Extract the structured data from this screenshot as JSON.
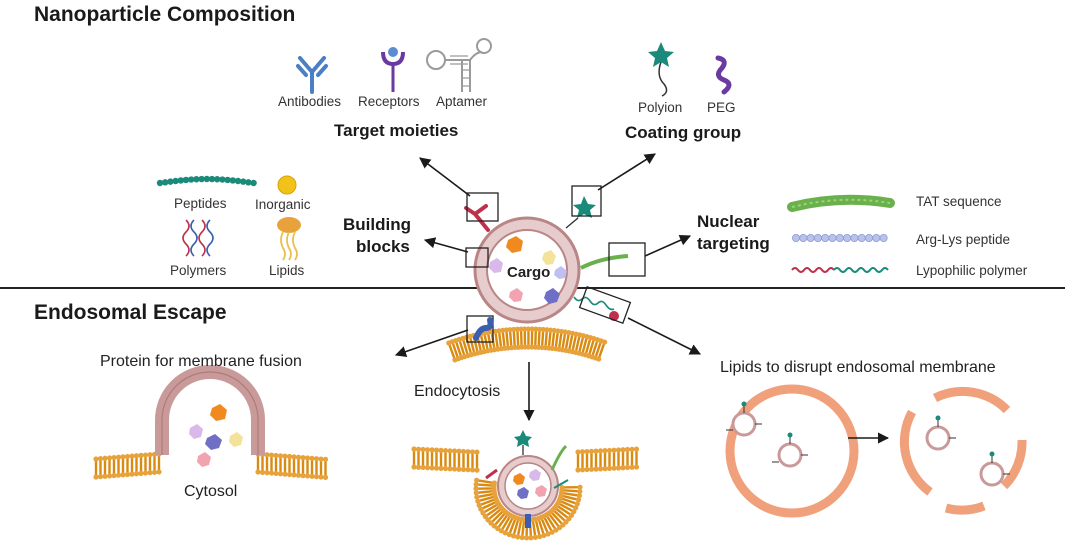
{
  "sections": {
    "composition_title": "Nanoparticle Composition",
    "escape_title": "Endosomal Escape"
  },
  "target_moieties": {
    "heading": "Target moieties",
    "items": [
      "Antibodies",
      "Receptors",
      "Aptamer"
    ]
  },
  "coating_group": {
    "heading": "Coating group",
    "items": [
      "Polyion",
      "PEG"
    ]
  },
  "building_blocks": {
    "heading_line1": "Building",
    "heading_line2": "blocks",
    "items": [
      "Peptides",
      "Inorganic",
      "Polymers",
      "Lipids"
    ]
  },
  "nuclear_targeting": {
    "heading_line1": "Nuclear",
    "heading_line2": "targeting",
    "items": [
      "TAT sequence",
      "Arg-Lys peptide",
      "Lypophilic polymer"
    ]
  },
  "center": {
    "cargo_label": "Cargo"
  },
  "escape": {
    "fusion_label": "Protein for membrane fusion",
    "cytosol_label": "Cytosol",
    "endocytosis_label": "Endocytosis",
    "lipids_label": "Lipids to disrupt endosomal membrane"
  },
  "colors": {
    "vesicle_ring": "#c99a9a",
    "lipid_orange": "#e8a23c",
    "antibody_blue": "#4a7fc4",
    "teal": "#1a8a7a",
    "peg_purple": "#6a3aa0",
    "tat_green": "#6ab04c",
    "peptide_lavender": "#b9c3ea",
    "red": "#c0304a"
  }
}
